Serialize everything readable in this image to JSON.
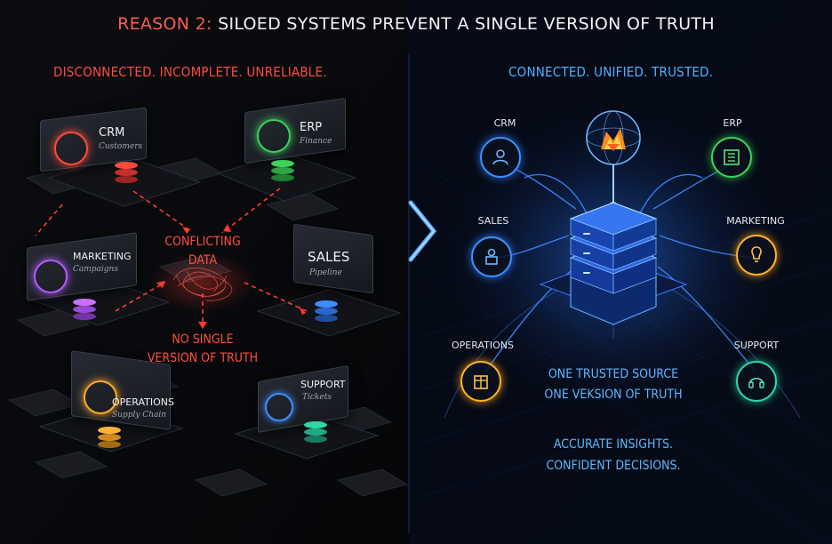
{
  "title": {
    "prefix": "REASON 2:",
    "text": "SILOED SYSTEMS PREVENT A SINGLE VERSION OF TRUTH"
  },
  "left": {
    "tagline": "DISCONNECTED. INCOMPLETE. UNRELIABLE.",
    "silos": [
      {
        "name": "CRM",
        "sub": "Customers",
        "color": "#ff4a3d"
      },
      {
        "name": "ERP",
        "sub": "Finance",
        "color": "#3fd15a"
      },
      {
        "name": "MARKETING",
        "sub": "Campaigns",
        "color": "#b25cff"
      },
      {
        "name": "SALES",
        "sub": "Pipeline",
        "color": "#3f8cff"
      },
      {
        "name": "OPERATIONS",
        "sub": "Supply Chain",
        "color": "#ffab2e"
      },
      {
        "name": "SUPPORT",
        "sub": "Tickets",
        "color": "#2fd6a8"
      }
    ],
    "conflict_line1": "CONFLICTING",
    "conflict_line2": "DATA",
    "no_truth_line1": "NO SINGLE",
    "no_truth_line2": "VERSION OF TRUTH"
  },
  "right": {
    "tagline": "CONNECTED. UNIFIED. TRUSTED.",
    "nodes": [
      {
        "label": "CRM",
        "color": "#3d8fff"
      },
      {
        "label": "ERP",
        "color": "#3fd15a"
      },
      {
        "label": "SALES",
        "color": "#3d8fff"
      },
      {
        "label": "MARKETING",
        "color": "#ffb02e"
      },
      {
        "label": "OPERATIONS",
        "color": "#ffb02e"
      },
      {
        "label": "SUPPORT",
        "color": "#2fd6a8"
      }
    ],
    "source_line1": "ONE TRUSTED SOURCE",
    "source_line2": "ONE VEKSION OF TRUTH",
    "outcome_line1": "ACCURATE INSIGHTS.",
    "outcome_line2": "CONFIDENT DECISIONS."
  },
  "colors": {
    "red": "#ff4a3d",
    "blue": "#4fb1ff",
    "background": "#07090e"
  }
}
